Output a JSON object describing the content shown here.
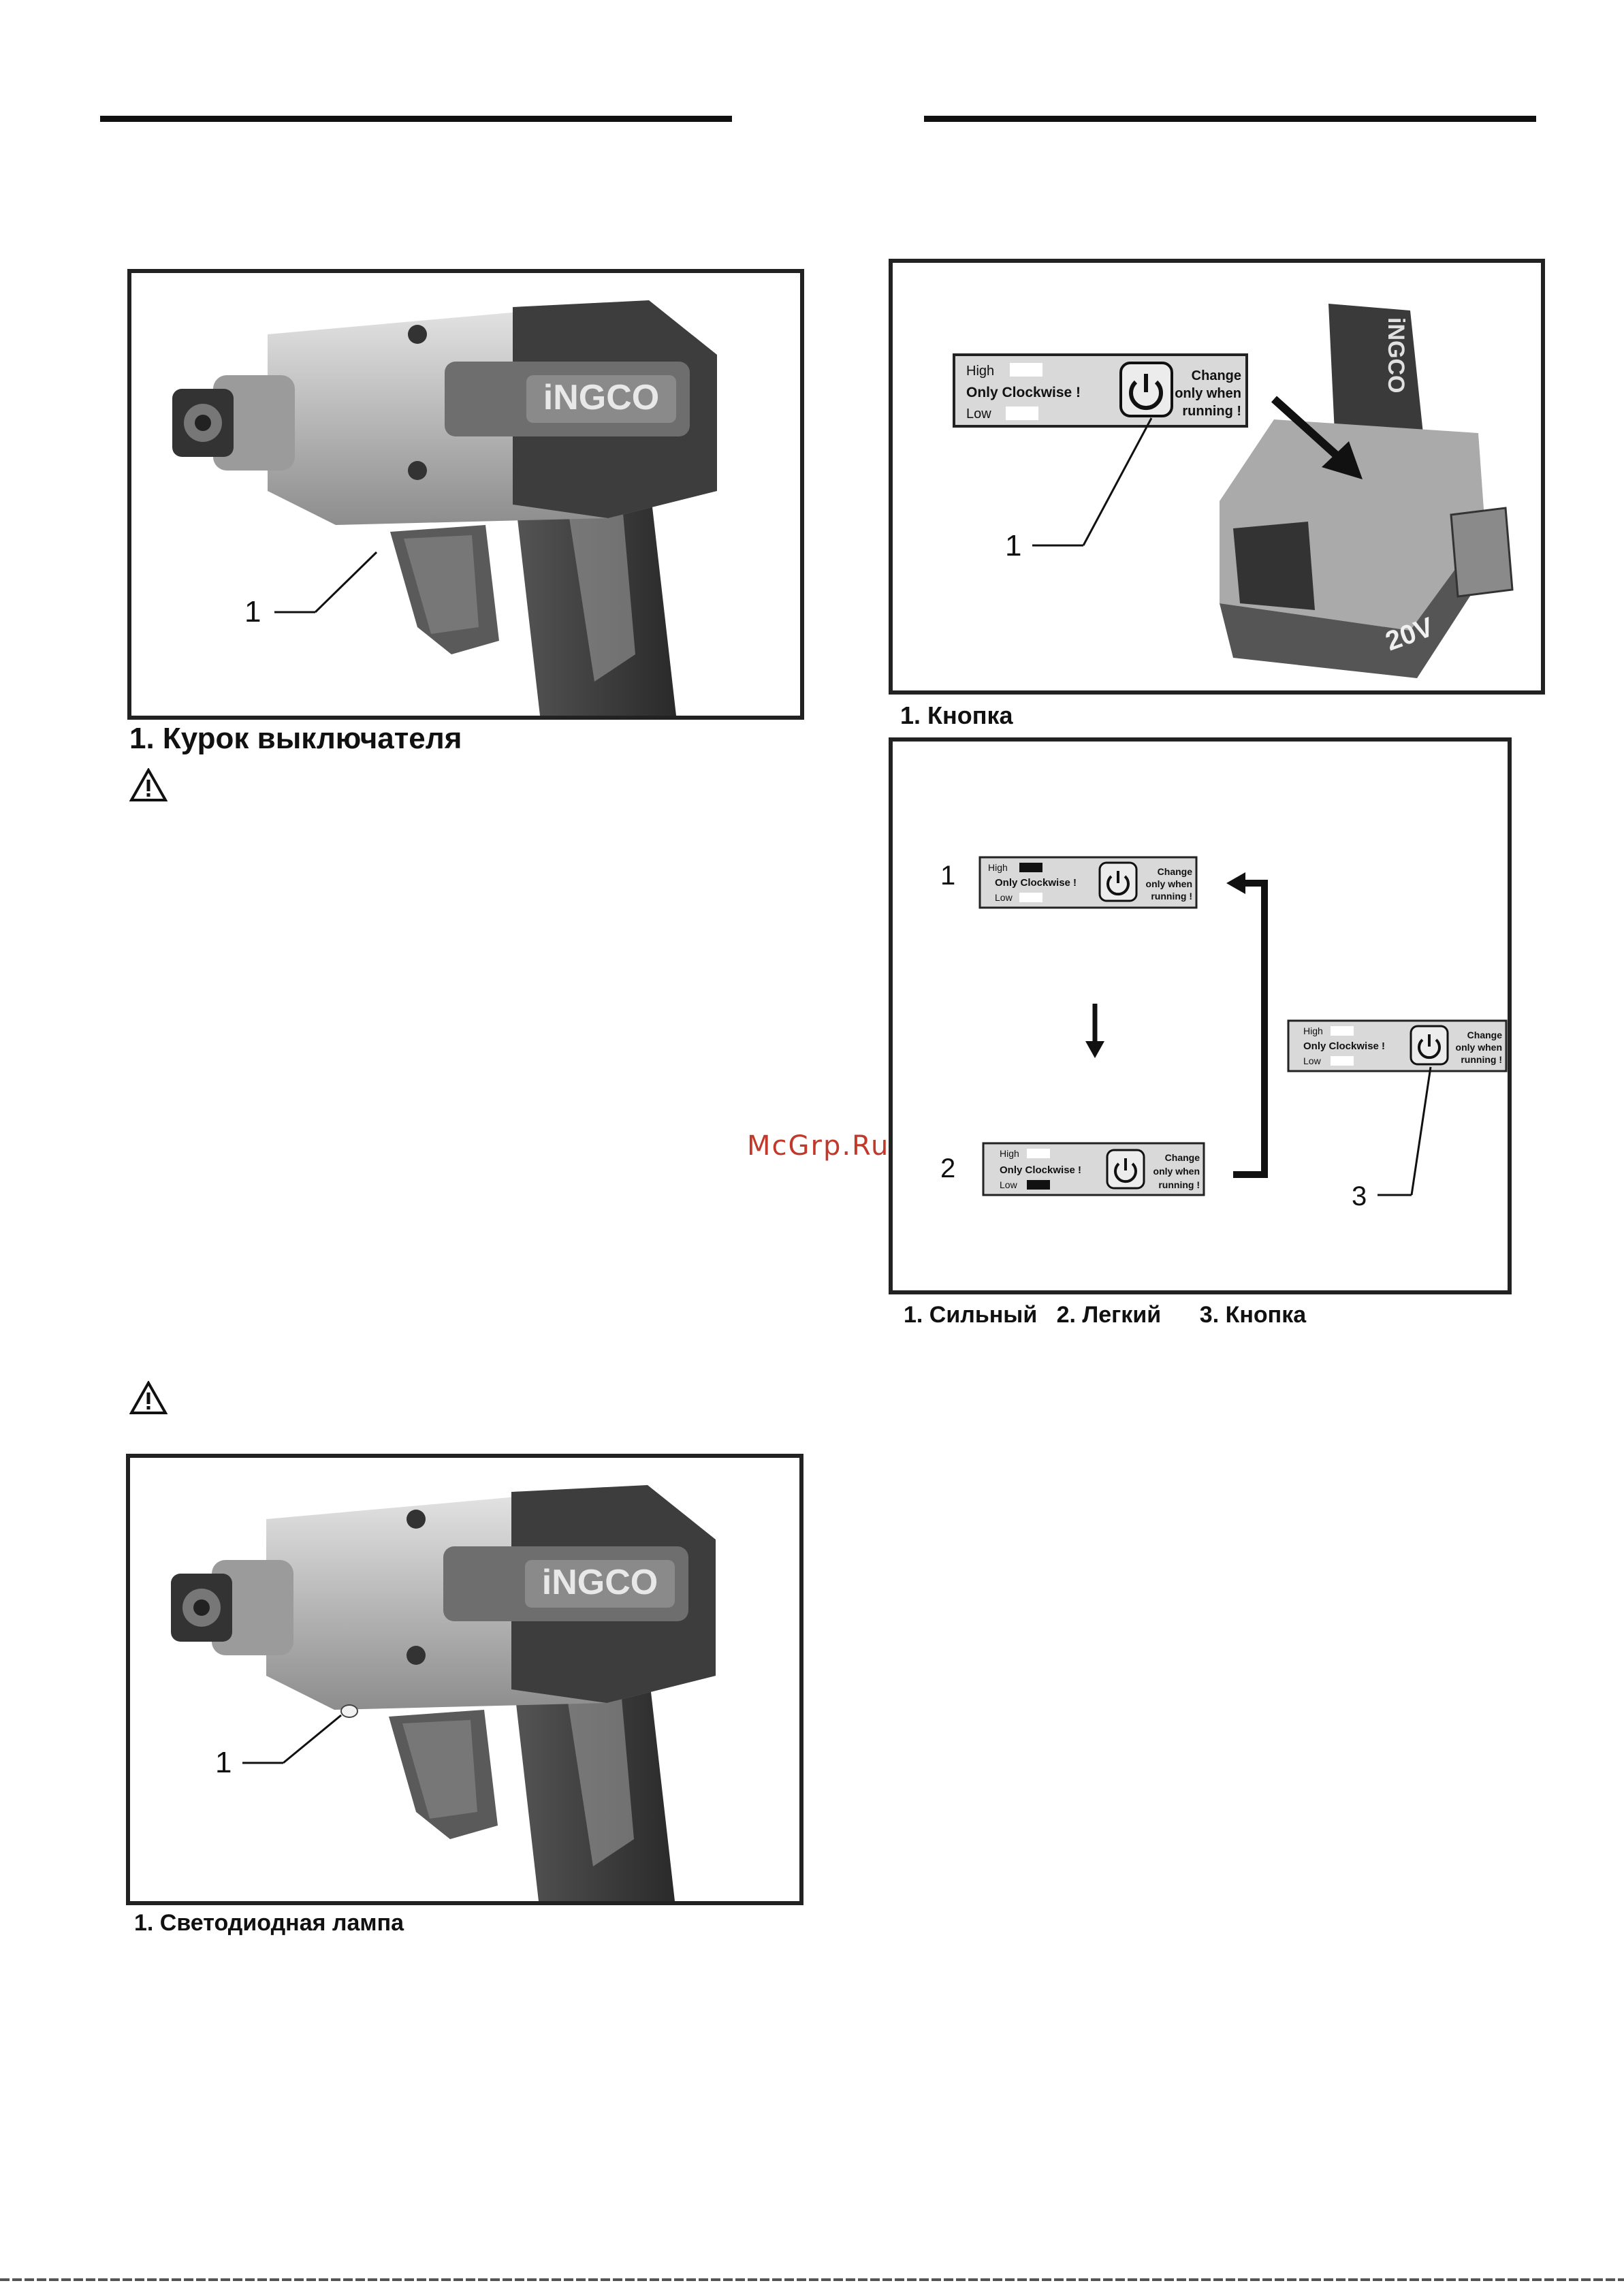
{
  "figure1": {
    "brand": "iNGCO",
    "callout": "1",
    "caption": "1. Курок выключателя"
  },
  "figure2": {
    "label": {
      "high": "High",
      "only_clockwise": "Only Clockwise !",
      "low": "Low",
      "change": "Change",
      "only_when": "only when",
      "running": "running !"
    },
    "callout": "1",
    "battery_text": "20V",
    "brand": "iNGCO",
    "caption": "1. Кнопка"
  },
  "figure3": {
    "callout_1": "1",
    "callout_2": "2",
    "callout_3": "3",
    "caption": "1. Сильный   2. Легкий      3. Кнопка"
  },
  "figure4": {
    "brand": "iNGCO",
    "callout": "1",
    "caption": "1. Светодиодная лампа"
  },
  "watermark": "McGrp.Ru",
  "colors": {
    "ink": "#111111",
    "watermark": "#c0392b",
    "tool_gray": "#8a8a8a",
    "tool_dark": "#3a3a3a"
  }
}
